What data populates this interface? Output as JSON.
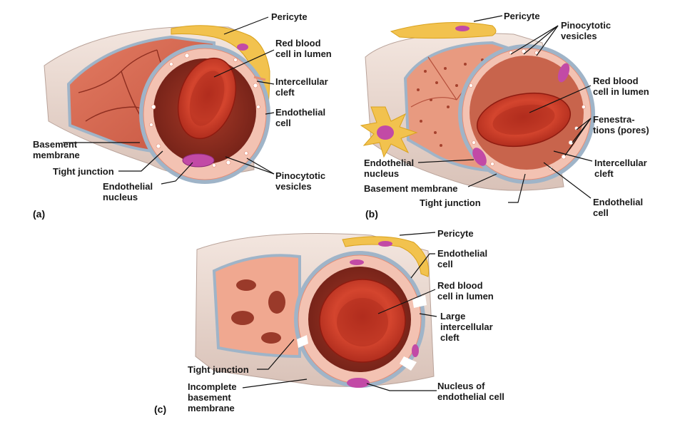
{
  "colors": {
    "rbc": "#c0392b",
    "rbc_dark": "#8e1b10",
    "lumen": "#8c2a1e",
    "endothelium": "#f3b7a4",
    "endothelium_edge": "#e48d76",
    "basement": "#9fb4c8",
    "outer_wall": "#e8d7cf",
    "pericyte": "#f2c24e",
    "nucleus": "#c24aa6",
    "leader_line": "#111111"
  },
  "panels": {
    "a": {
      "letter": "(a)",
      "labels": {
        "pericyte": "Pericyte",
        "rbc": "Red blood\ncell in lumen",
        "intercellular_cleft": "Intercellular\ncleft",
        "endothelial_cell": "Endothelial\ncell",
        "basement_membrane": "Basement\nmembrane",
        "tight_junction": "Tight junction",
        "endothelial_nucleus": "Endothelial\nnucleus",
        "pinocytotic_vesicles": "Pinocytotic\nvesicles"
      }
    },
    "b": {
      "letter": "(b)",
      "labels": {
        "pericyte": "Pericyte",
        "pinocytotic_vesicles": "Pinocytotic\nvesicles",
        "rbc": "Red blood\ncell in lumen",
        "fenestrations": "Fenestra-\ntions (pores)",
        "endothelial_nucleus": "Endothelial\nnucleus",
        "intercellular_cleft": "Intercellular\ncleft",
        "basement_membrane": "Basement membrane",
        "tight_junction": "Tight junction",
        "endothelial_cell": "Endothelial\ncell"
      }
    },
    "c": {
      "letter": "(c)",
      "labels": {
        "pericyte": "Pericyte",
        "endothelial_cell": "Endothelial\ncell",
        "rbc": "Red blood\ncell in lumen",
        "large_cleft": "Large\nintercellular\ncleft",
        "tight_junction": "Tight junction",
        "incomplete_basement": "Incomplete\nbasement\nmembrane",
        "nucleus_endothelial": "Nucleus of\nendothelial cell"
      }
    }
  }
}
